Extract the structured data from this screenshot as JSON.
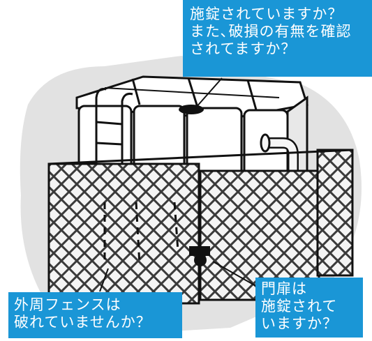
{
  "callouts": {
    "top": {
      "lines": [
        "施錠されていますか？",
        "また､破損の有無を確認",
        "されてますか？"
      ]
    },
    "left": {
      "lines": [
        "外周フェンスは",
        "破れていませんか？"
      ]
    },
    "right": {
      "lines": [
        "門扉は",
        "施錠されて",
        "いますか？"
      ]
    }
  },
  "colors": {
    "callout_bg": "#1a96d6",
    "callout_text": "#ffffff",
    "halo": "#e2e2e2",
    "line": "#111111"
  }
}
